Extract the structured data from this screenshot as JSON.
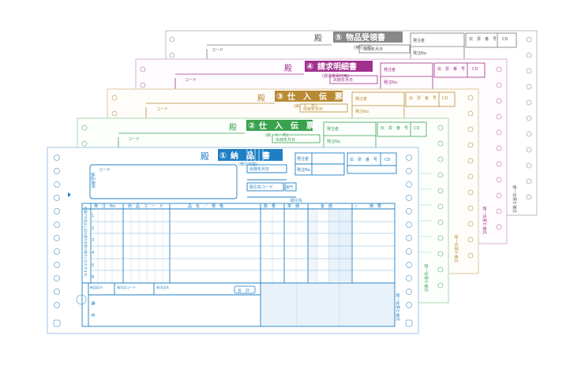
{
  "form_set": {
    "vertical_label": "統一伝票Ｅ様式",
    "sheets": [
      {
        "number": "①",
        "title": "納　品　書",
        "subtitle": "(発行元控)",
        "tono": "殿",
        "color": "#1f7fc4",
        "bg": "#ffffff"
      },
      {
        "number": "②",
        "title": "仕　入　伝　票",
        "subtitle": "(納　入　先)",
        "tono": "殿",
        "color": "#3aa24f",
        "bg": "#fcfffc"
      },
      {
        "number": "③",
        "title": "仕　入　伝　票",
        "subtitle": "(納　入　先)",
        "tono": "殿",
        "color": "#b98a34",
        "bg": "#fffdf9"
      },
      {
        "number": "④",
        "title": "請求明細書",
        "subtitle": "(請求書添付用)",
        "tono": "殿",
        "color": "#a0308c",
        "bg": "#fffcff"
      },
      {
        "number": "⑤",
        "title": "物品受領書",
        "subtitle": "(発行元控)",
        "tono": "殿",
        "color": "#777777",
        "bg": "#ffffff"
      }
    ]
  },
  "front": {
    "code": "コード",
    "ship_to": "納品場所",
    "ship_date": "出荷年月日",
    "orderer": "発注者",
    "order_no": "発注No.",
    "slip_no": "伝　票　番　号",
    "cd": "CD",
    "supplier_code": "取引先コード",
    "dept": "部門",
    "supplier": "取引先",
    "col_no": "発　注　No.",
    "col_item_code": "商　品　コ　ー　ド",
    "col_item_name": "品　名　／　規　格",
    "col_qty": "数　量",
    "col_unit": "単　価",
    "col_amount": "金　額",
    "col_check": "✓",
    "col_note": "摘　要",
    "row_numbers": [
      "1",
      "2",
      "3",
      "4",
      "5",
      "6"
    ],
    "side_note": "お届けの品は上記の通りお受け取りいただきます。",
    "ship_method": "納品区分",
    "dept_code": "発注店コード",
    "shop_name": "発注店名",
    "total": "合　計",
    "remarks": "備　　考",
    "vertical_label": "統一伝票Ｅ様式"
  },
  "back": {
    "code": "コード",
    "ship_date": "出荷年月日",
    "orderer": "発注者",
    "order_no": "発注No.",
    "slip_no": "伝　票　番　号",
    "cd": "CD"
  }
}
